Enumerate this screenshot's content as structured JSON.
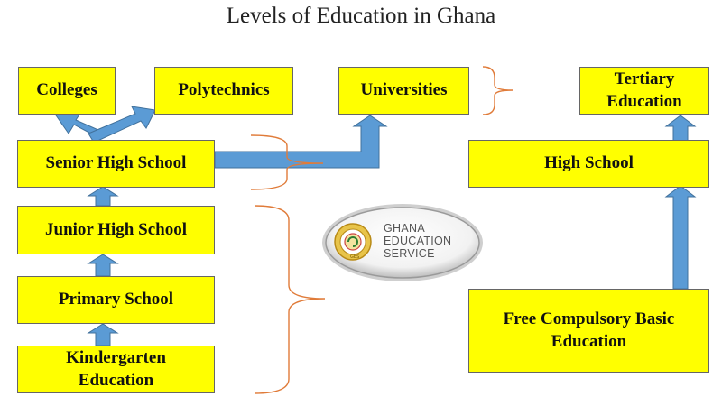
{
  "title": "Levels of Education in Ghana",
  "boxes": {
    "colleges": "Colleges",
    "polytechnics": "Polytechnics",
    "universities": "Universities",
    "tertiary_line1": "Tertiary",
    "tertiary_line2": "Education",
    "senior_high": "Senior High School",
    "high_school": "High School",
    "junior_high": "Junior High School",
    "primary": "Primary School",
    "kindergarten_line1": "Kindergarten",
    "kindergarten_line2": "Education",
    "free_basic_line1": "Free Compulsory Basic",
    "free_basic_line2": "Education"
  },
  "logo": {
    "line1": "GHANA",
    "line2": "EDUCATION",
    "line3": "SERVICE",
    "seal_text": "GES"
  },
  "colors": {
    "box_fill": "#ffff00",
    "arrow_fill": "#5b9bd5",
    "arrow_stroke": "#41719c",
    "brace": "#e07b39"
  }
}
